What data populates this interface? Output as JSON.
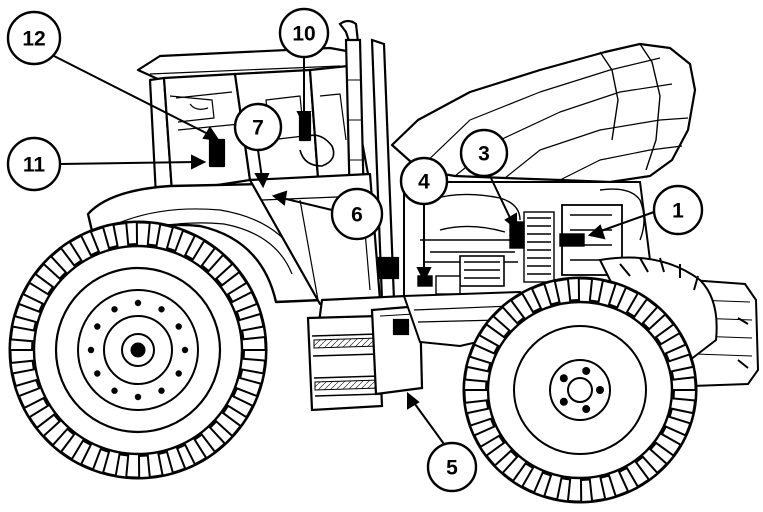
{
  "callouts": [
    {
      "id": "1",
      "label": "1"
    },
    {
      "id": "3",
      "label": "3"
    },
    {
      "id": "4",
      "label": "4"
    },
    {
      "id": "5",
      "label": "5"
    },
    {
      "id": "6",
      "label": "6"
    },
    {
      "id": "7",
      "label": "7"
    },
    {
      "id": "10",
      "label": "10"
    },
    {
      "id": "11",
      "label": "11"
    },
    {
      "id": "12",
      "label": "12"
    }
  ]
}
